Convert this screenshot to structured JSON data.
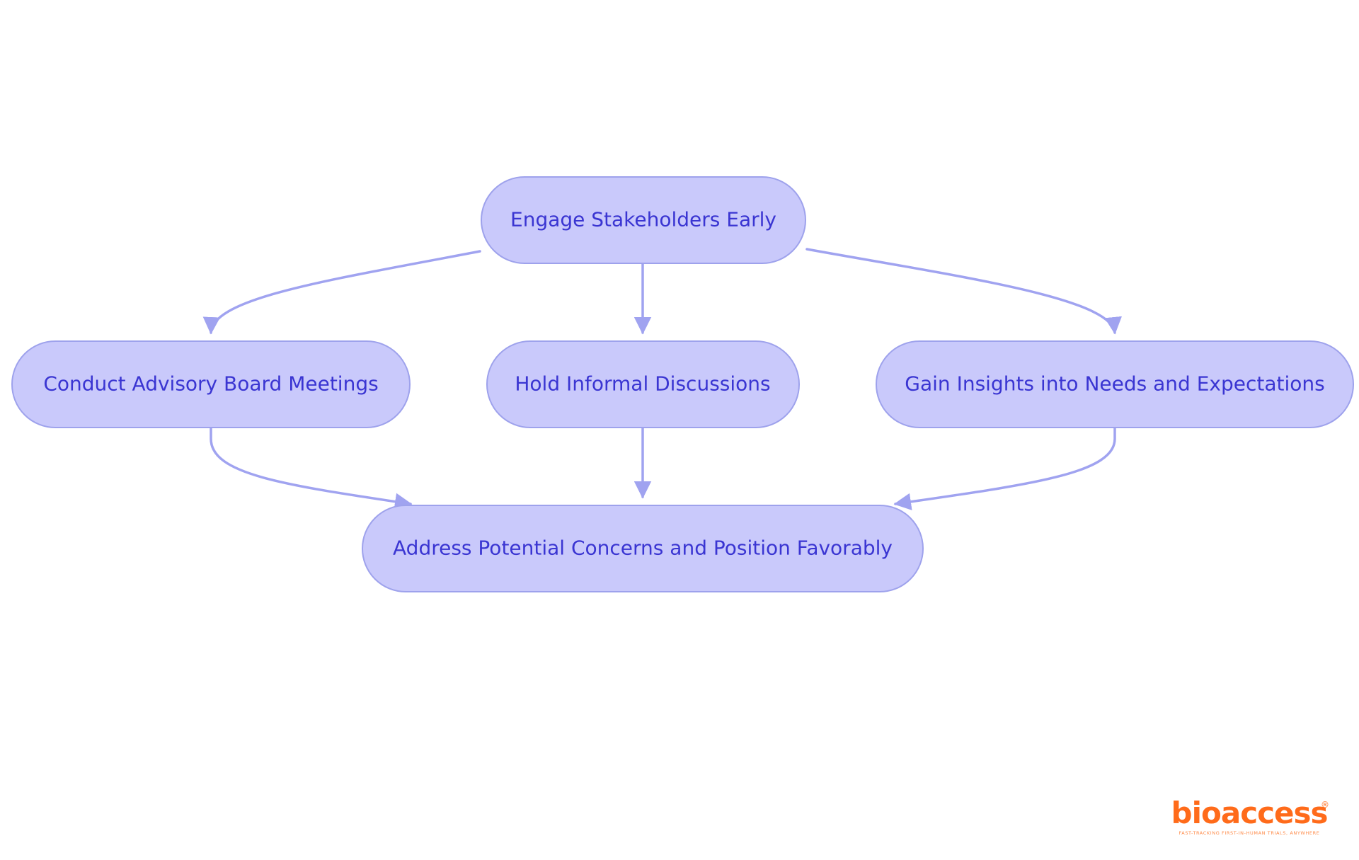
{
  "diagram": {
    "nodes": [
      {
        "id": "n1",
        "label": "Engage Stakeholders Early"
      },
      {
        "id": "n2",
        "label": "Conduct Advisory Board Meetings"
      },
      {
        "id": "n3",
        "label": "Hold Informal Discussions"
      },
      {
        "id": "n4",
        "label": "Gain Insights into Needs and Expectations"
      },
      {
        "id": "n5",
        "label": "Address Potential Concerns and Position Favorably"
      }
    ],
    "edges": [
      {
        "from": "n1",
        "to": "n2"
      },
      {
        "from": "n1",
        "to": "n3"
      },
      {
        "from": "n1",
        "to": "n4"
      },
      {
        "from": "n2",
        "to": "n5"
      },
      {
        "from": "n3",
        "to": "n5"
      },
      {
        "from": "n4",
        "to": "n5"
      }
    ],
    "colors": {
      "node_fill": "#c9c9fb",
      "node_stroke": "#9ea2ec",
      "node_text": "#3a35d2",
      "edge": "#a0a3f0"
    }
  },
  "logo": {
    "word": "bioaccess",
    "registered": "®",
    "tagline": "FAST-TRACKING FIRST-IN-HUMAN TRIALS, ANYWHERE",
    "color": "#ff6b1a"
  }
}
